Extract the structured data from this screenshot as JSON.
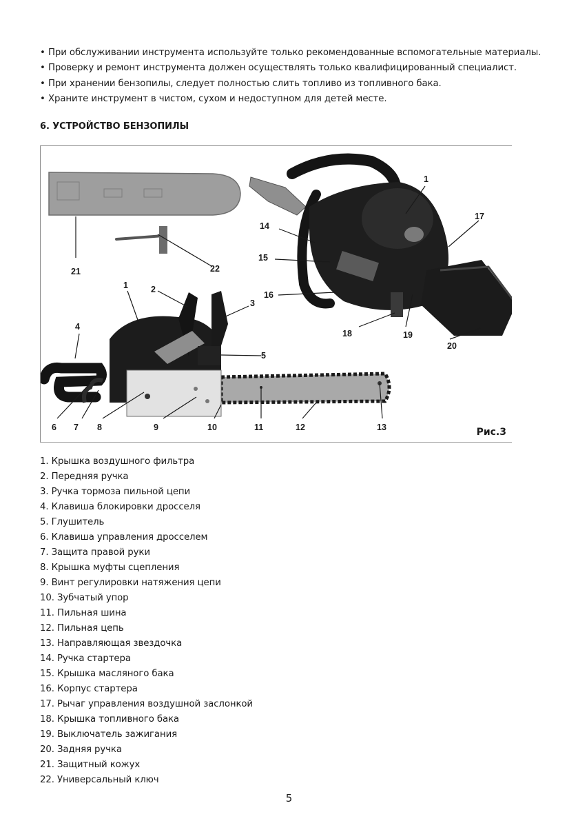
{
  "bullets": [
    "При обслуживании инструмента используйте только рекомендованные вспомогательные материалы.",
    "Проверку и ремонт инструмента должен осуществлять только квалифицированный специалист.",
    "При хранении бензопилы, следует полностью слить топливо из топливного бака.",
    "Храните инструмент в чистом, сухом и недоступном для детей месте."
  ],
  "bullet_symbol": "•",
  "section_title": "6. УСТРОЙСТВО БЕНЗОПИЛЫ",
  "figure": {
    "caption": "Рис.3",
    "callouts": [
      "1",
      "2",
      "3",
      "4",
      "5",
      "6",
      "7",
      "8",
      "9",
      "10",
      "11",
      "12",
      "13",
      "14",
      "15",
      "16",
      "17",
      "18",
      "19",
      "20",
      "21",
      "22"
    ]
  },
  "parts": [
    "1. Крышка воздушного фильтра",
    "2. Передняя ручка",
    "3. Ручка тормоза пильной цепи",
    "4. Клавиша блокировки дросселя",
    "5. Глушитель",
    "6. Клавиша управления дросселем",
    "7. Защита правой руки",
    "8. Крышка муфты сцепления",
    "9. Винт регулировки натяжения цепи",
    "10. Зубчатый упор",
    "11. Пильная шина",
    "12. Пильная цепь",
    "13. Направляющая звездочка",
    "14. Ручка стартера",
    "15. Крышка масляного бака",
    "16. Корпус стартера",
    "17. Рычаг управления воздушной заслонкой",
    "18. Крышка топливного бака",
    "19. Выключатель зажигания",
    "20. Задняя ручка",
    "21. Защитный кожух",
    "22. Универсальный ключ"
  ],
  "page_number": "5"
}
